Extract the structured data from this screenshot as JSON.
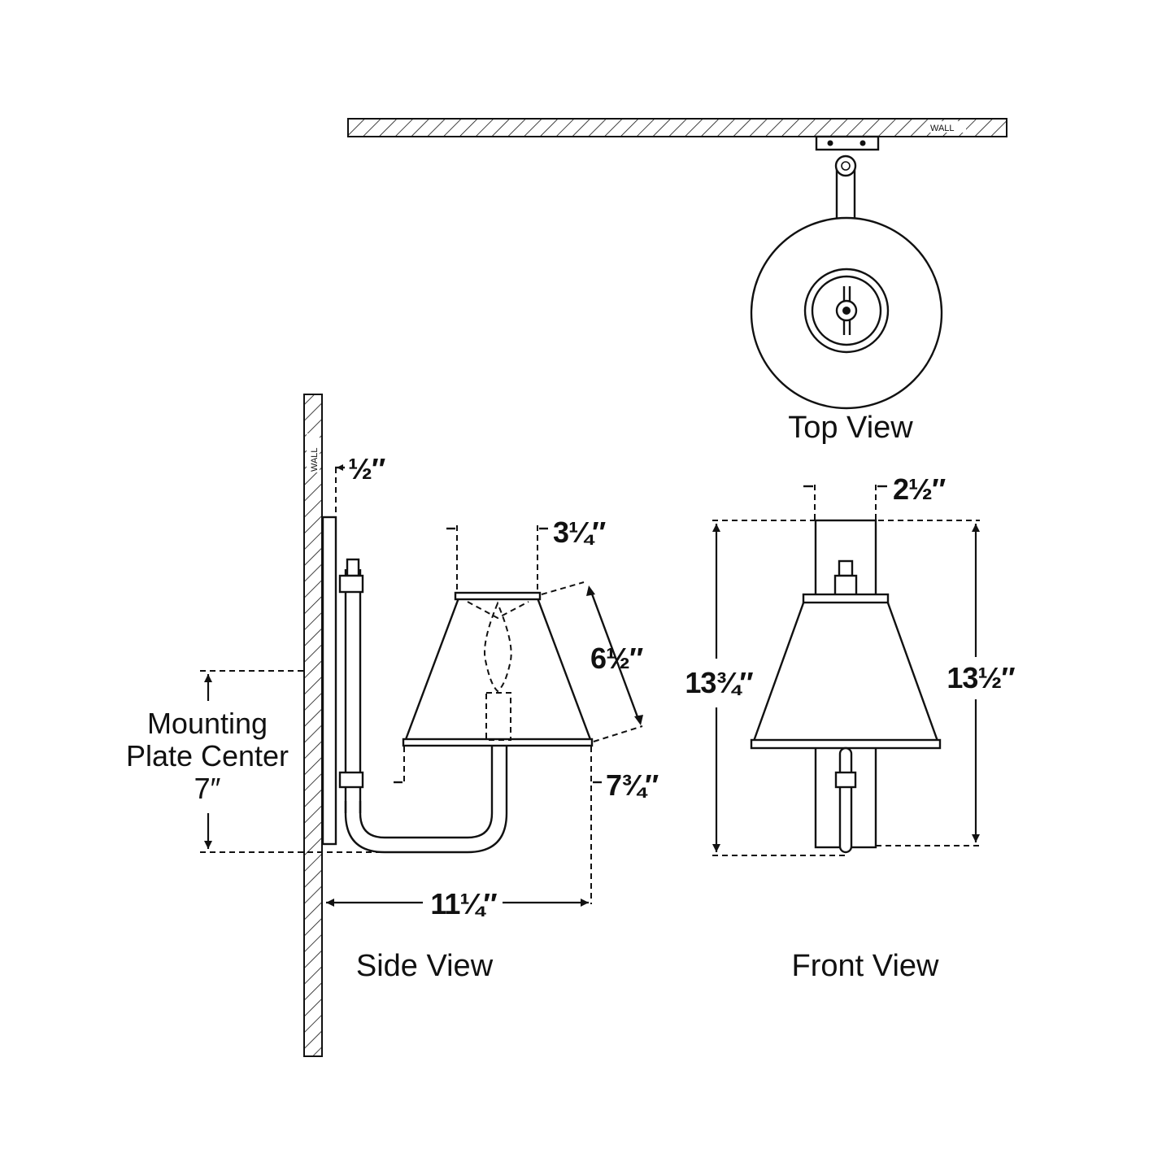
{
  "views": {
    "top": "Top View",
    "side": "Side View",
    "front": "Front View"
  },
  "wall_label": "WALL",
  "mounting": {
    "line1": "Mounting",
    "line2": "Plate Center",
    "value": "7″"
  },
  "dimensions": {
    "wall_offset": "½″",
    "shade_top": "3¼″",
    "shade_slant": "6½″",
    "shade_bottom": "7¾″",
    "extension": "11¼″",
    "backplate_width": "2½″",
    "overall_height": "13¾″",
    "backplate_height": "13½″"
  }
}
